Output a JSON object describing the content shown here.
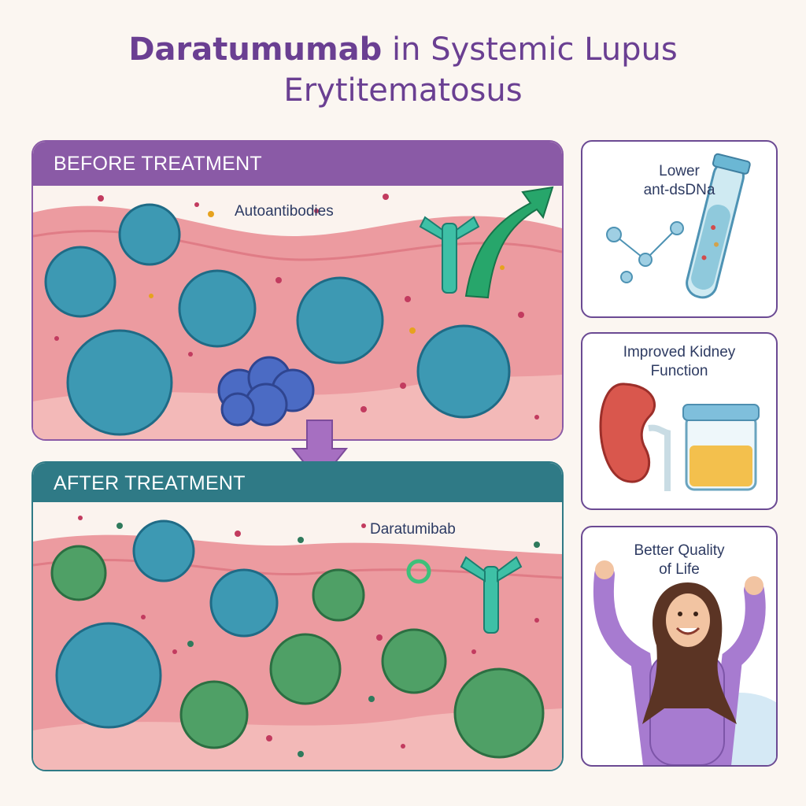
{
  "title": {
    "line1_bold": "Daratumumab",
    "line1_rest": " in Systemic Lupus",
    "line2": "Erytitematosus"
  },
  "before": {
    "header": "BEFORE TREATMENT",
    "label": "Autoantibodies",
    "header_color": "#8a5aa6"
  },
  "after": {
    "header": "AFTER TREATMENT",
    "label": "Daratumibab",
    "header_color": "#2f7a86"
  },
  "side": [
    {
      "label_line1": "Lower",
      "label_line2": "ant-dsDNa",
      "icon": "test-tube-icon"
    },
    {
      "label_line1": "Improved Kidney",
      "label_line2": "Function",
      "icon": "kidney-icon"
    },
    {
      "label_line1": "Better Quality",
      "label_line2": "of Life",
      "icon": "happy-woman-icon"
    }
  ]
}
